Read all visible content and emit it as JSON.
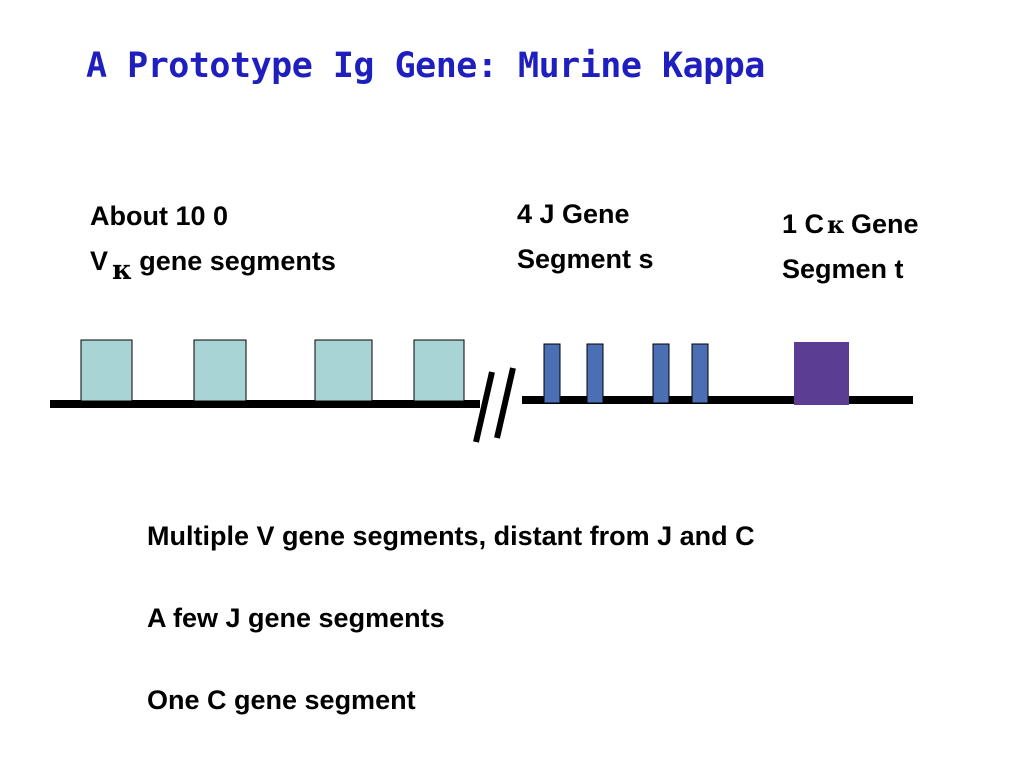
{
  "colors": {
    "title": "#1f1fbf",
    "v_segment_fill": "#a8d4d6",
    "j_segment_fill": "#4a6fb5",
    "c_segment_fill": "#5b3e93",
    "line": "#000000"
  },
  "slide": {
    "title": "A Prototype Ig Gene: Murine Kappa"
  },
  "labels": {
    "v": {
      "line1": "About 10   0",
      "line2_prefix": "V",
      "line2_symbol": "κ",
      "line2_suffix": "gene segments"
    },
    "j": {
      "line1": "4 J Gene",
      "line2": "Segment s"
    },
    "c": {
      "line1_prefix": "1 C",
      "line1_symbol": "κ",
      "line1_suffix": "Gene",
      "line2": "Segmen t"
    }
  },
  "diagram": {
    "v_segments": 4,
    "j_segments": 4,
    "c_segments": 1,
    "break_symbol": "//"
  },
  "bullets": [
    "Multiple V gene segments, distant from J and C",
    "A few J gene segments",
    "One C gene segment"
  ]
}
